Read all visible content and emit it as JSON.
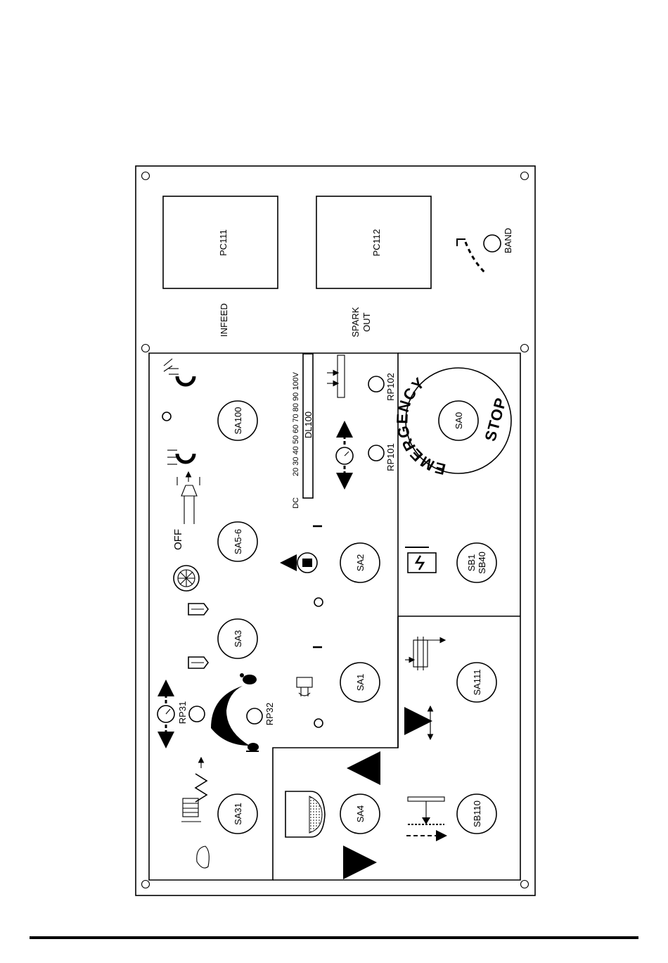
{
  "panel": {
    "meters": {
      "pc111": "PC111",
      "pc112": "PC112"
    },
    "labels": {
      "infeed": "INFEED",
      "spark": "SPARK",
      "out": "OUT",
      "band": "BAND",
      "off": "OFF",
      "dl100": "DL100",
      "dc_scale": "DC",
      "scale_values": "20 30 40 50 60 70 80 90 100V",
      "pos_one": "I",
      "emergency": "EMERGENCY",
      "stop": "STOP"
    },
    "switches": {
      "sa100": "SA100",
      "sa5_6": "SA5-6",
      "sa2": "SA2",
      "sa3": "SA3",
      "sa1": "SA1",
      "sa31": "SA31",
      "sa4": "SA4",
      "sa0": "SA0",
      "sb1": "SB1",
      "sb40": "SB40",
      "sa111": "SA111",
      "sb110": "SB110"
    },
    "pots": {
      "rp31": "RP31",
      "rp32": "RP32",
      "rp101": "RP101",
      "rp102": "RP102"
    }
  }
}
